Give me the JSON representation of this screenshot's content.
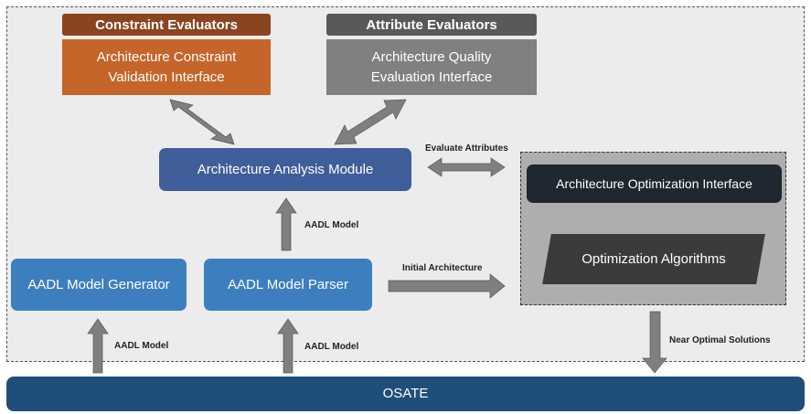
{
  "headers": {
    "constraint": "Constraint Evaluators",
    "attribute": "Attribute Evaluators"
  },
  "boxes": {
    "constraint_line1": "Architecture Constraint",
    "constraint_line2": "Validation Interface",
    "quality_line1": "Architecture Quality",
    "quality_line2": "Evaluation Interface",
    "analysis": "Architecture Analysis Module",
    "optimization_interface": "Architecture Optimization Interface",
    "algorithms": "Optimization Algorithms",
    "generator": "AADL Model Generator",
    "parser": "AADL Model Parser",
    "osate": "OSATE"
  },
  "labels": {
    "evaluate": "Evaluate Attributes",
    "aadl_model_mid": "AADL Model",
    "initial": "Initial Architecture",
    "aadl_model_left": "AADL Model",
    "aadl_model_right": "AADL Model",
    "near_optimal": "Near Optimal Solutions"
  },
  "colors": {
    "constraint_header": "#8b4420",
    "constraint_box": "#c5652a",
    "attribute_header": "#595959",
    "quality_box": "#808080",
    "analysis_box": "#3f5e9a",
    "light_blue_box": "#3d7ebf",
    "dark_box": "#1f2730",
    "osate_bar": "#1f4e79",
    "arrow": "#7f7f7f"
  }
}
